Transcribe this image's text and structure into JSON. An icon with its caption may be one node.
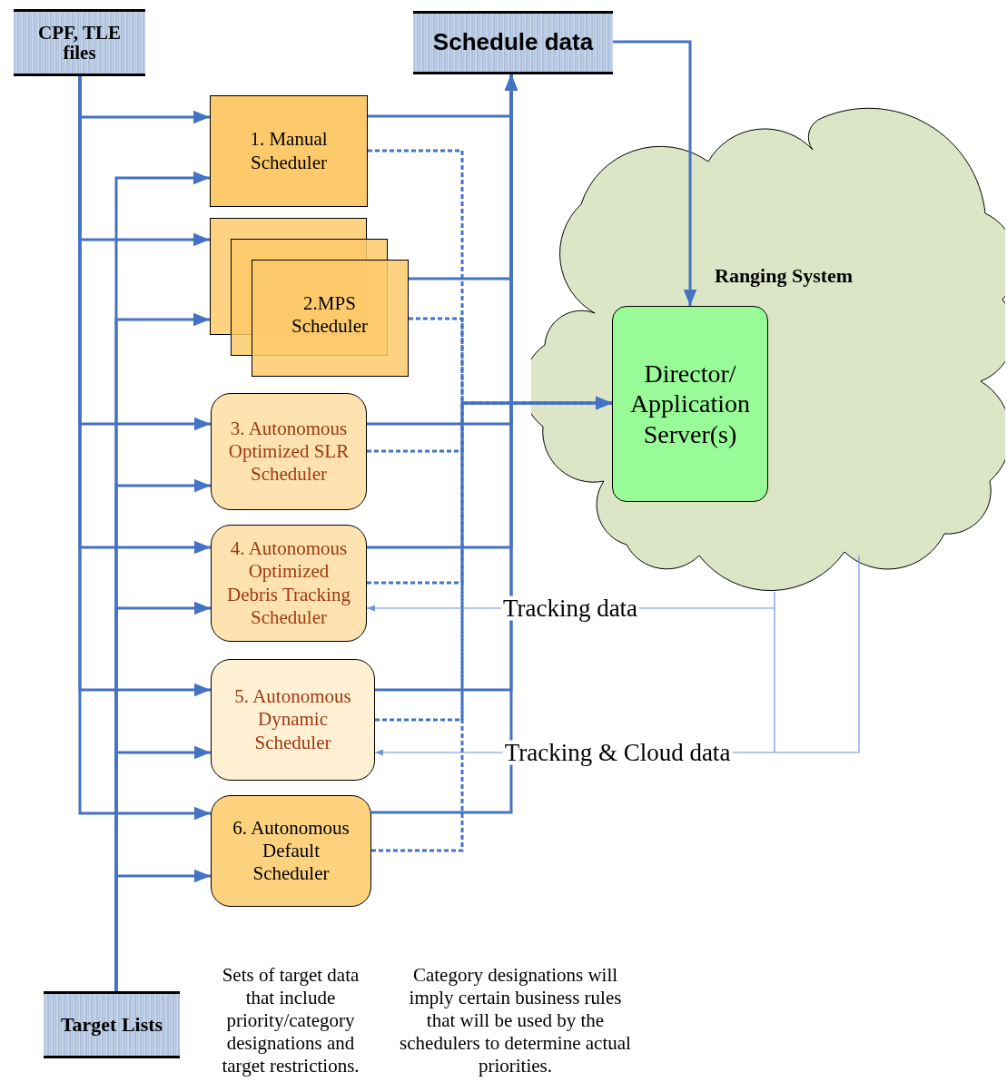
{
  "diagram": {
    "nodes": [
      {
        "text": [
          "CPF, TLE files"
        ]
      },
      {
        "text": [
          "Schedule data"
        ]
      },
      {
        "text": [
          "1. Manual Scheduler"
        ]
      },
      {
        "text": [
          "2.MPS Scheduler"
        ]
      },
      {
        "text": [
          "Ranging System"
        ]
      },
      {
        "text": [
          "Director/ Application Server(s)"
        ],
        "in": 4
      },
      {
        "text": [
          "3. Autonomous Optimized SLR Scheduler"
        ]
      },
      {
        "text": [
          "4. Autonomous Optimized Debris Tracking Scheduler"
        ]
      },
      {
        "text": [
          "5. Autonomous Dynamic Scheduler"
        ]
      },
      {
        "text": [
          "6. Autonomous Default Scheduler"
        ]
      },
      {
        "text": [
          "Target Lists"
        ]
      }
    ],
    "edges": [
      {
        "from": 0,
        "to": 2,
        "arrow": "to"
      },
      {
        "from": 0,
        "to": 3,
        "arrow": "to"
      },
      {
        "from": 0,
        "to": 6,
        "arrow": "to"
      },
      {
        "from": 0,
        "to": 7,
        "arrow": "to"
      },
      {
        "from": 0,
        "to": 8,
        "arrow": "to"
      },
      {
        "from": 0,
        "to": 9,
        "arrow": "to"
      },
      {
        "from": 10,
        "to": 2,
        "arrow": "to"
      },
      {
        "from": 10,
        "to": 3,
        "arrow": "to"
      },
      {
        "from": 10,
        "to": 6,
        "arrow": "to"
      },
      {
        "from": 10,
        "to": 7,
        "arrow": "to"
      },
      {
        "from": 10,
        "to": 8,
        "arrow": "to"
      },
      {
        "from": 10,
        "to": 9,
        "arrow": "to"
      },
      {
        "from": 2,
        "to": 1,
        "arrow": "to"
      },
      {
        "from": 3,
        "to": 1,
        "arrow": "to"
      },
      {
        "from": 6,
        "to": 1,
        "arrow": "to"
      },
      {
        "from": 7,
        "to": 1,
        "arrow": "to"
      },
      {
        "from": 8,
        "to": 1,
        "arrow": "to"
      },
      {
        "from": 9,
        "to": 1,
        "arrow": "to"
      },
      {
        "from": 1,
        "to": 5,
        "arrow": "to"
      },
      {
        "from": 2,
        "to": 5,
        "arrow": "to",
        "style": "dashed"
      },
      {
        "from": 3,
        "to": 5,
        "arrow": "to",
        "style": "dashed"
      },
      {
        "from": 6,
        "to": 5,
        "arrow": "to",
        "style": "dashed"
      },
      {
        "from": 7,
        "to": 5,
        "arrow": "to",
        "style": "dashed"
      },
      {
        "from": 8,
        "to": 5,
        "arrow": "to",
        "style": "dashed"
      },
      {
        "from": 9,
        "to": 5,
        "arrow": "to",
        "style": "dashed"
      },
      {
        "from": 4,
        "to": 7,
        "arrow": "to",
        "label": "Tracking data",
        "color": "#7096d6"
      },
      {
        "from": 4,
        "to": 8,
        "arrow": "to",
        "label": "Tracking & Cloud data",
        "color": "#7096d6"
      }
    ],
    "labels": [
      "Sets of target data that include priority/category designations and target restrictions.",
      "Category designations will imply certain business rules that will be used by the schedulers to determine actual priorities."
    ]
  }
}
